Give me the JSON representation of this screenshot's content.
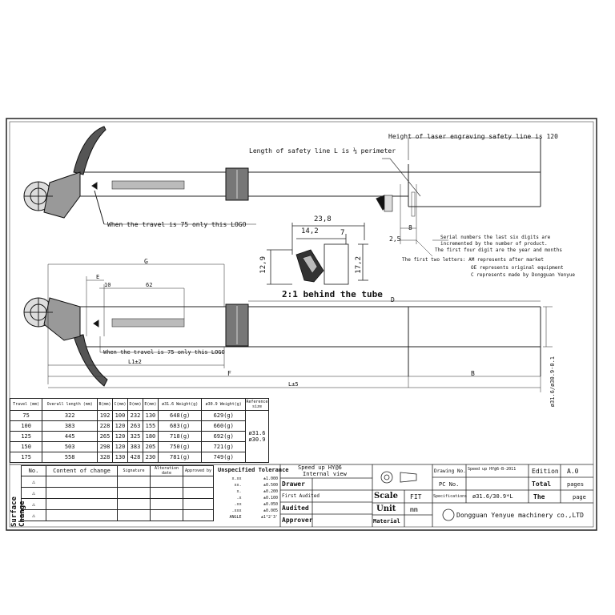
{
  "annotations": {
    "laser_line": "Height of laser engraving safety line is 120",
    "safety_line": "Length of safety line L is ⅓ perimeter",
    "travel_logo_top": "When the travel is 75 only this LOGO",
    "travel_logo_bottom": "When the travel is 75 only this LOGO",
    "behind_tube": "2:1 behind the tube",
    "serial_1": "Serial numbers the last six digits are",
    "serial_2": "incremented by the number of product.",
    "serial_3": "The first four digit are the year and months",
    "serial_4": "The first two letters: AM represents after market",
    "serial_5": "OE represents original equipment",
    "serial_6": "C  represents made by Dongguan Yenyue"
  },
  "dimensions": {
    "d238": "23,8",
    "d142": "14,2",
    "d7": "7",
    "d129": "12,9",
    "d172": "17,2",
    "d8": "8",
    "d25": "2,5",
    "g": "G",
    "e": "E",
    "d10": "10",
    "d62": "62",
    "d": "D",
    "l2": "L1±2",
    "f": "F",
    "l5": "L±5",
    "b": "B",
    "dia": "ø31.6/ø30.9-0.1"
  },
  "spec_table": {
    "headers": [
      "Travel (mm)",
      "Overall length (mm)",
      "B(mm)",
      "C(mm)",
      "D(mm)",
      "E(mm)",
      "ø31.6 Weight(g)",
      "ø30.9 Weight(g)",
      "Reference size"
    ],
    "rows": [
      [
        "75",
        "322",
        "192",
        "100",
        "232",
        "130",
        "648(g)",
        "629(g)"
      ],
      [
        "100",
        "383",
        "228",
        "120",
        "263",
        "155",
        "683(g)",
        "660(g)"
      ],
      [
        "125",
        "445",
        "265",
        "120",
        "325",
        "180",
        "718(g)",
        "692(g)"
      ],
      [
        "150",
        "503",
        "298",
        "120",
        "383",
        "205",
        "750(g)",
        "721(g)"
      ],
      [
        "175",
        "558",
        "328",
        "130",
        "428",
        "230",
        "781(g)",
        "749(g)"
      ]
    ],
    "reference": "ø31.6 ø30.9"
  },
  "change_table": {
    "side_label": "Surface Change",
    "headers": [
      "No.",
      "Content of change",
      "Signature",
      "Alteration date",
      "Approved by"
    ],
    "row_count": 4
  },
  "tolerance": {
    "title": "Unspecified Tolerance",
    "rows": [
      [
        "x.xx",
        "±1.000"
      ],
      [
        "xx.",
        "±0.500"
      ],
      [
        "x.",
        "±0.200"
      ],
      [
        ".x",
        "±0.100"
      ],
      [
        ".xx",
        "±0.050"
      ],
      [
        ".xxx",
        "±0.005"
      ],
      [
        "ANGLE",
        "±1°2'3'"
      ]
    ]
  },
  "title_block": {
    "speed_up": "Speed up HY@6",
    "internal_view": "Internal view",
    "drawer": "Drawer",
    "first_audited": "First Audited",
    "audited": "Audited",
    "approver": "Approver",
    "scale_label": "Scale",
    "scale_value": "FIT",
    "unit_label": "Unit",
    "unit_value": "mm",
    "material_label": "Material",
    "drawing_no_label": "Drawing No.",
    "drawing_no_value": "Speed up HY@6-B-2011",
    "pc_no_label": "PC No.",
    "spec_label": "Specifications",
    "spec_value": "ø31.6/30.9*L",
    "edition_label": "Edition",
    "edition_value": "A.0",
    "total_label": "Total",
    "total_value": "pages",
    "the_label": "The",
    "page_value": "page",
    "company": "Dongguan Yenyue machinery co.,LTD"
  },
  "colors": {
    "line": "#222222",
    "bg": "#ffffff"
  }
}
